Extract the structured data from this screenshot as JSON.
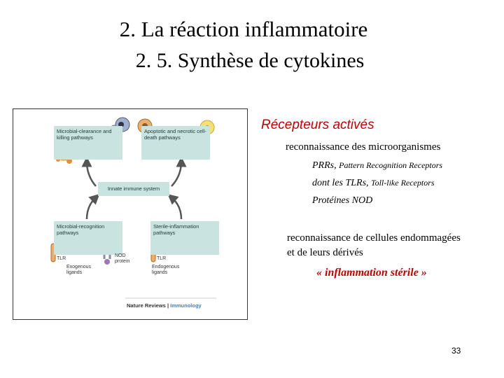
{
  "slide": {
    "title": "2. La réaction inflammatoire",
    "subtitle": "2. 5. Synthèse de cytokines",
    "page_number": "33"
  },
  "figure": {
    "box_top_left": "Microbial-clearance and killing pathways",
    "box_top_right": "Apoptotic and necrotic cell-death pathways",
    "box_center": "Innate immune system",
    "box_bottom_left": "Microbial-recognition pathways",
    "box_bottom_right": "Sterile-inflammation pathways",
    "label_tlr_left": "TLR",
    "label_nod": "NOD protein",
    "label_exogenous": "Exogenous ligands",
    "label_tlr_right": "TLR",
    "label_endogenous": "Endogenous ligands",
    "footer_journal": "Nature Reviews",
    "footer_sep": " | ",
    "footer_field": "Immunology"
  },
  "text": {
    "heading": "Récepteurs activés",
    "line1": "reconnaissance des microorganismes",
    "line2_a": "PRRs, ",
    "line2_b": "Pattern Recognition Receptors",
    "line3_a": "dont les TLRs, ",
    "line3_b": "Toll-like Receptors",
    "line4": "Protéines NOD",
    "line5": "reconnaissance de cellules endommagées",
    "line6": "et de leurs dérivés",
    "line7": "« inflammation stérile »"
  },
  "colors": {
    "accent_red": "#c00000",
    "box_teal": "#c9e3e1",
    "journal_blue": "#4a7fb0"
  }
}
